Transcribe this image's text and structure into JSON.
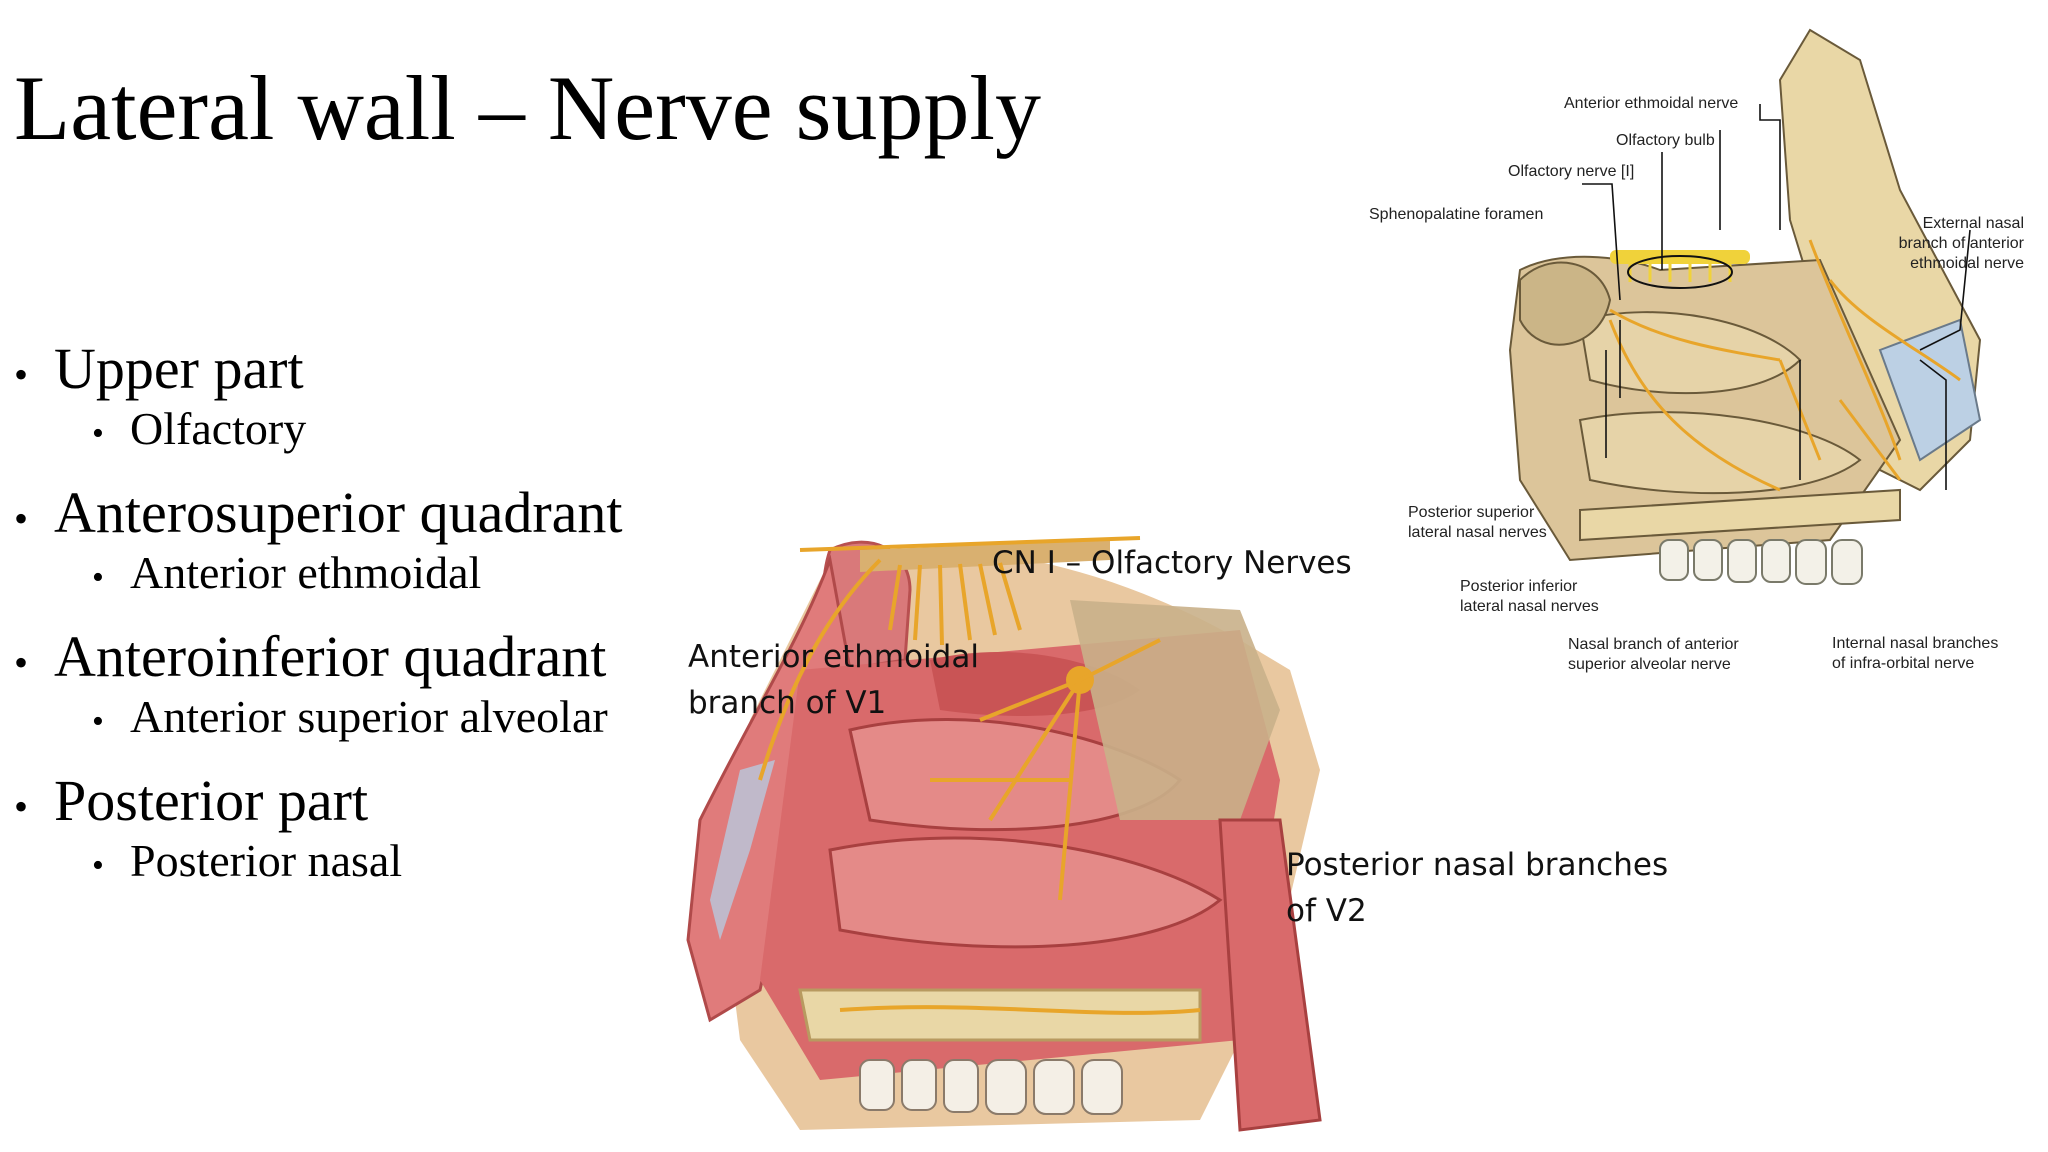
{
  "slide": {
    "title": "Lateral wall – Nerve supply"
  },
  "bullets": [
    {
      "label": "Upper part",
      "sub": "Olfactory"
    },
    {
      "label": "Anterosuperior quadrant",
      "sub": "Anterior ethmoidal"
    },
    {
      "label": "Anteroinferior quadrant",
      "sub": "Anterior superior alveolar"
    },
    {
      "label": "Posterior part",
      "sub": "Posterior nasal"
    }
  ],
  "main_figure": {
    "annotations": {
      "cn1": "CN I – Olfactory Nerves",
      "ant_eth_line1": "Anterior ethmoidal",
      "ant_eth_line2": "branch of V1",
      "post_nasal_line1": "Posterior nasal  branches",
      "post_nasal_line2": "of V2"
    }
  },
  "small_figure": {
    "labels": {
      "anterior_ethmoidal_nerve": "Anterior ethmoidal nerve",
      "olfactory_bulb": "Olfactory bulb",
      "olfactory_nerve": "Olfactory nerve [I]",
      "sphenopalatine_foramen": "Sphenopalatine foramen",
      "external_nasal_1": "External nasal",
      "external_nasal_2": "branch of anterior",
      "external_nasal_3": "ethmoidal nerve",
      "post_sup_1": "Posterior superior",
      "post_sup_2": "lateral nasal nerves",
      "post_inf_1": "Posterior inferior",
      "post_inf_2": "lateral nasal nerves",
      "nasal_branch_1": "Nasal branch of anterior",
      "nasal_branch_2": "superior alveolar nerve",
      "internal_nasal_1": "Internal nasal branches",
      "internal_nasal_2": "of infra-orbital nerve"
    }
  },
  "colors": {
    "nerve": "#e8a52a",
    "bone": "#e9d7a6",
    "mucosa": "#d9696a",
    "mucosa_dark": "#b84848",
    "background": "#ffffff"
  }
}
